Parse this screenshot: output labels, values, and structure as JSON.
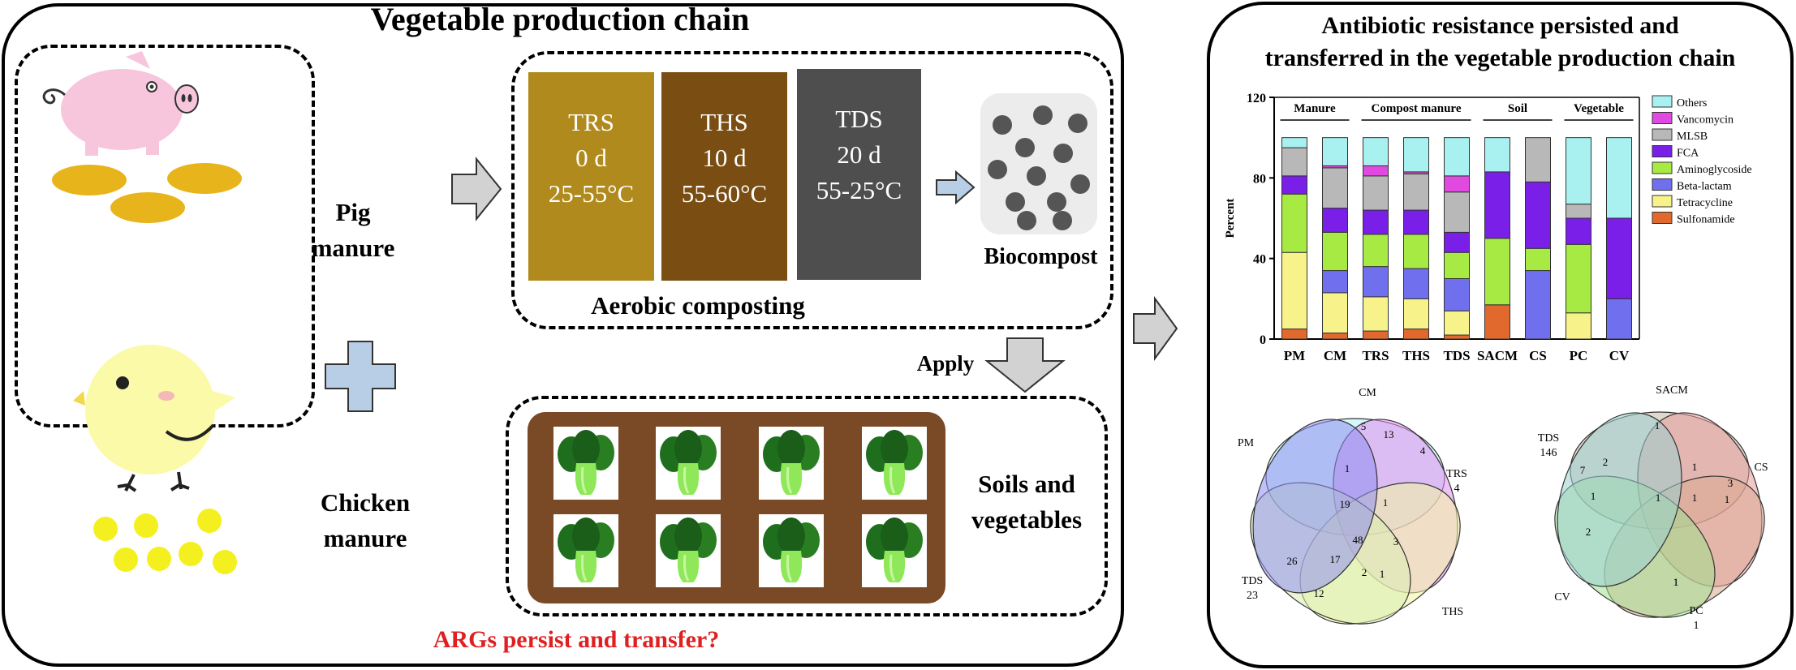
{
  "left_panel": {
    "title": "Vegetable production chain",
    "pig_label": [
      "Pig",
      "manure"
    ],
    "chicken_label": [
      "Chicken",
      "manure"
    ],
    "stages": [
      {
        "name": "TRS",
        "day": "0 d",
        "temp": "25-55°C",
        "color": "#b08a1c"
      },
      {
        "name": "THS",
        "day": "10 d",
        "temp": "55-60°C",
        "color": "#7a4e12"
      },
      {
        "name": "TDS",
        "day": "20 d",
        "temp": "55-25°C",
        "color": "#4e4e4e"
      }
    ],
    "composting_label": "Aerobic composting",
    "biocompost_label": "Biocompost",
    "apply_label": "Apply",
    "soil_label": [
      "Soils and",
      "vegetables"
    ],
    "question": "ARGs persist and transfer?",
    "question_color": "#e02020"
  },
  "right_panel": {
    "title": [
      "Antibiotic resistance persisted and",
      "transferred in the vegetable production chain"
    ]
  },
  "chart_data": {
    "type": "bar",
    "stacked": true,
    "ylabel": "Percent",
    "ylim": [
      0,
      120
    ],
    "yticks": [
      0,
      40,
      80,
      120
    ],
    "categories": [
      "PM",
      "CM",
      "TRS",
      "THS",
      "TDS",
      "SACM",
      "CS",
      "PC",
      "CV"
    ],
    "groups": [
      {
        "name": "Manure",
        "members": [
          "PM",
          "CM"
        ]
      },
      {
        "name": "Compost manure",
        "members": [
          "TRS",
          "THS",
          "TDS"
        ]
      },
      {
        "name": "Soil",
        "members": [
          "SACM",
          "CS"
        ]
      },
      {
        "name": "Vegetable",
        "members": [
          "PC",
          "CV"
        ]
      }
    ],
    "legend_position": "right",
    "series": [
      {
        "name": "Sulfonamide",
        "color": "#e2692e",
        "values": [
          5,
          3,
          4,
          5,
          2,
          17,
          0,
          0,
          0
        ]
      },
      {
        "name": "Tetracycline",
        "color": "#f8f28a",
        "values": [
          38,
          20,
          17,
          15,
          12,
          0,
          0,
          13,
          0
        ]
      },
      {
        "name": "Beta-lactam",
        "color": "#7070ee",
        "values": [
          0,
          11,
          15,
          15,
          16,
          0,
          34,
          0,
          20
        ]
      },
      {
        "name": "Aminoglycoside",
        "color": "#a8ea44",
        "values": [
          29,
          19,
          16,
          17,
          13,
          33,
          11,
          34,
          0
        ]
      },
      {
        "name": "FCA",
        "color": "#7a1fe8",
        "values": [
          9,
          12,
          12,
          12,
          10,
          33,
          33,
          13,
          40
        ]
      },
      {
        "name": "MLSB",
        "color": "#b8b8b8",
        "values": [
          14,
          20,
          17,
          18,
          20,
          0,
          22,
          7,
          0
        ]
      },
      {
        "name": "Vancomycin",
        "color": "#e04ae0",
        "values": [
          0,
          1,
          5,
          1,
          8,
          0,
          0,
          0,
          0
        ]
      },
      {
        "name": "Others",
        "color": "#a9f0f0",
        "values": [
          5,
          14,
          14,
          17,
          19,
          17,
          0,
          33,
          40
        ]
      }
    ]
  },
  "venn_left": {
    "sets": [
      "CM",
      "PM",
      "TRS\n4",
      "TDS\n23",
      "THS"
    ],
    "set_colors": [
      "#b4f0f4",
      "#e08ef0",
      "#f4f6a0",
      "#d8ecb0",
      "#8e8ef0"
    ],
    "numbers": [
      "5",
      "13",
      "4",
      "1",
      "19",
      "1",
      "48",
      "3",
      "26",
      "17",
      "2",
      "1",
      "12"
    ]
  },
  "venn_right": {
    "sets": [
      "SACM",
      "TDS\n146",
      "CS",
      "CV",
      "PC\n1"
    ],
    "set_colors": [
      "#c8b8a4",
      "#e89a9a",
      "#d8a890",
      "#a0e090",
      "#9ad0d0"
    ],
    "numbers": [
      "1",
      "7",
      "2",
      "1",
      "1",
      "3",
      "1",
      "1",
      "1",
      "1",
      "2",
      "1"
    ]
  }
}
